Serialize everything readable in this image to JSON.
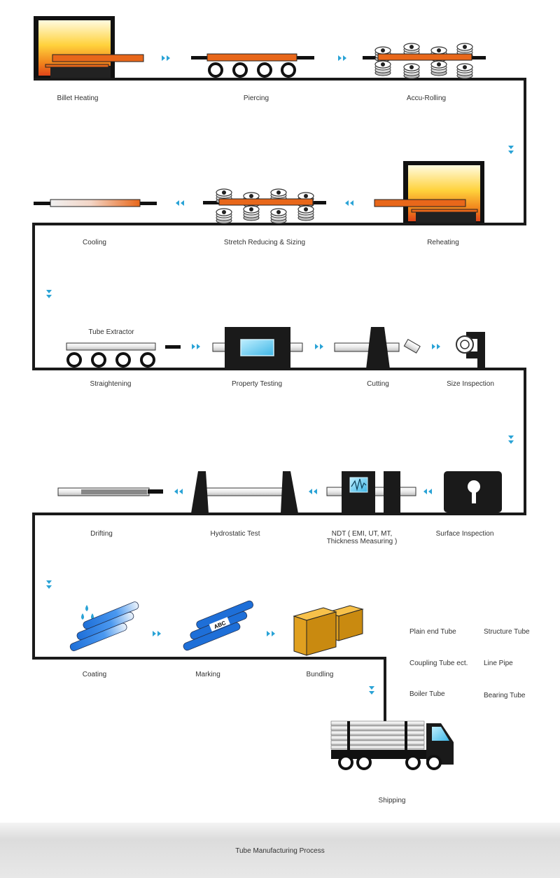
{
  "steps": {
    "billet_heating": "Billet Heating",
    "piercing": "Piercing",
    "accu_rolling": "Accu-Rolling",
    "reheating": "Reheating",
    "stretch_reducing": "Stretch Reducing & Sizing",
    "cooling": "Cooling",
    "tube_extractor": "Tube Extractor",
    "straightening": "Straightening",
    "property_testing": "Property Testing",
    "cutting": "Cutting",
    "size_inspection": "Size Inspection",
    "surface_inspection": "Surface Inspection",
    "ndt": "NDT ( EMI, UT, MT,\nThickness Measuring )",
    "hydrostatic_test": "Hydrostatic Test",
    "drifting": "Drifting",
    "coating": "Coating",
    "marking": "Marking",
    "marking_text": "ABC",
    "bundling": "Bundling",
    "shipping": "Shipping"
  },
  "products": {
    "plain_end": "Plain end Tube",
    "structure": "Structure Tube",
    "coupling": "Coupling Tube ect.",
    "line_pipe": "Line Pipe",
    "boiler": "Boiler Tube",
    "bearing": "Bearing Tube"
  },
  "footer": {
    "title": "Tube Manufacturing Process"
  },
  "colors": {
    "line": "#1a1a1a",
    "arrow": "#2aa3d6",
    "billet": "#e8671a",
    "coating_blue": "#1e6fd8",
    "box": "#e0a020"
  }
}
